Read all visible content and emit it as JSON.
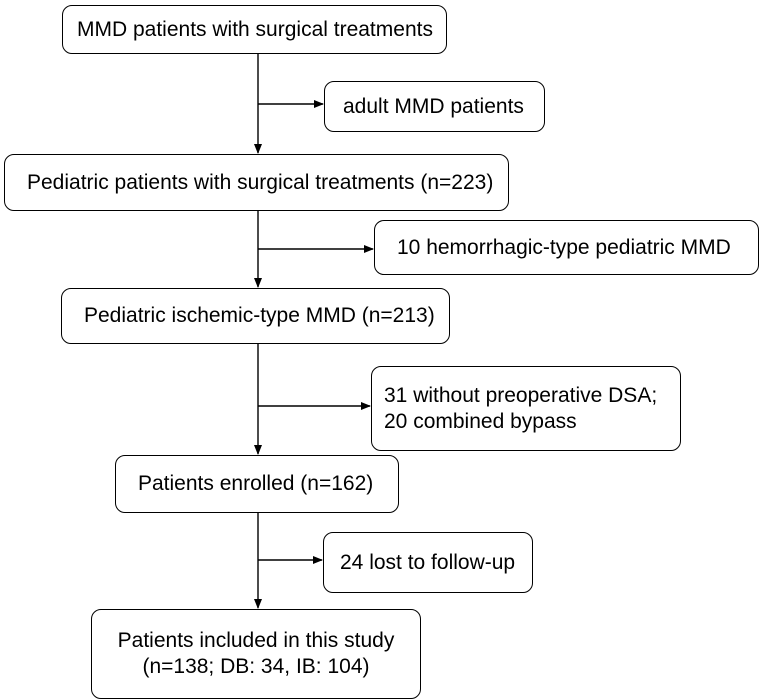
{
  "flowchart": {
    "boxes": {
      "all_patients": "MMD patients with surgical treatments",
      "excluded_adults": "adult MMD patients",
      "pediatric": "Pediatric patients with surgical treatments (n=223)",
      "excluded_hemorrhagic": "10 hemorrhagic-type pediatric MMD",
      "ischemic": "Pediatric ischemic-type MMD (n=213)",
      "excluded_dsa": {
        "line1": "31 without preoperative DSA;",
        "line2": "20 combined bypass"
      },
      "enrolled": "Patients enrolled (n=162)",
      "excluded_followup": "24 lost to follow-up",
      "included": {
        "line1": "Patients included in this study",
        "line2": "(n=138; DB: 34, IB: 104)"
      }
    },
    "colors": {
      "stroke": "#000000",
      "background": "#ffffff"
    }
  }
}
